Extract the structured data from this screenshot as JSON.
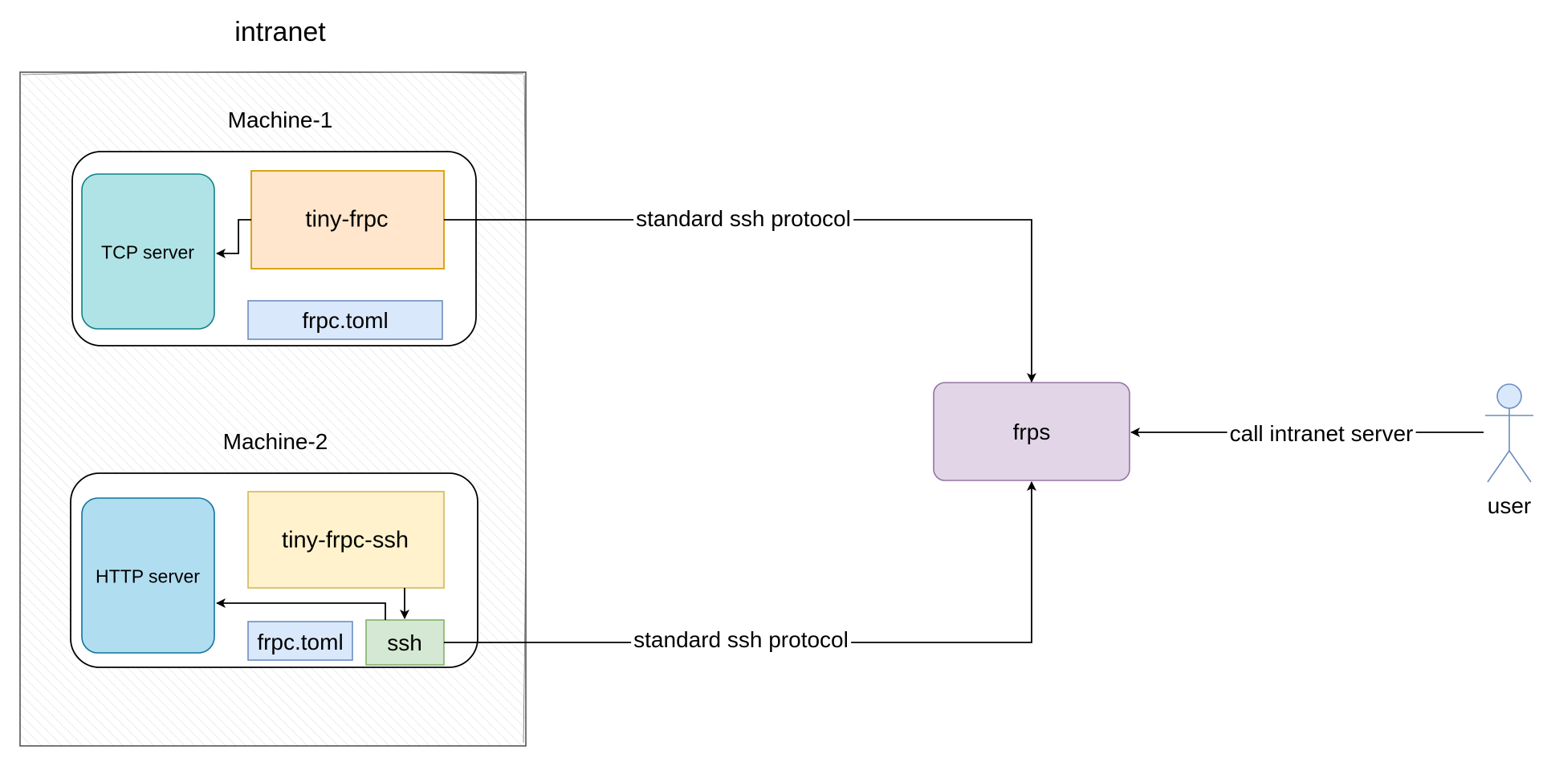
{
  "intranet": {
    "label": "intranet"
  },
  "machine1": {
    "label": "Machine-1",
    "tcp_server": "TCP server",
    "client": "tiny-frpc",
    "config": "frpc.toml"
  },
  "machine2": {
    "label": "Machine-2",
    "http_server": "HTTP server",
    "client": "tiny-frpc-ssh",
    "config": "frpc.toml",
    "ssh": "ssh"
  },
  "server": {
    "label": "frps"
  },
  "user": {
    "label": "user"
  },
  "edges": {
    "ssh_protocol_1": "standard ssh protocol",
    "ssh_protocol_2": "standard ssh protocol",
    "call_server": "call intranet server"
  },
  "colors": {
    "tcp_server_fill": "#b0e3e6",
    "tcp_server_stroke": "#0e8088",
    "tiny_frpc_fill": "#ffe6cc",
    "tiny_frpc_stroke": "#d79b00",
    "config_fill": "#dae8fc",
    "config_stroke": "#6c8ebf",
    "http_server_fill": "#b1ddf0",
    "http_server_stroke": "#10739e",
    "tiny_frpc_ssh_fill": "#fff2cc",
    "tiny_frpc_ssh_stroke": "#d6b656",
    "ssh_fill": "#d5e8d4",
    "ssh_stroke": "#82b366",
    "frps_fill": "#e1d5e7",
    "frps_stroke": "#9673a6",
    "user_fill": "#dae8fc",
    "user_stroke": "#6c8ebf"
  }
}
